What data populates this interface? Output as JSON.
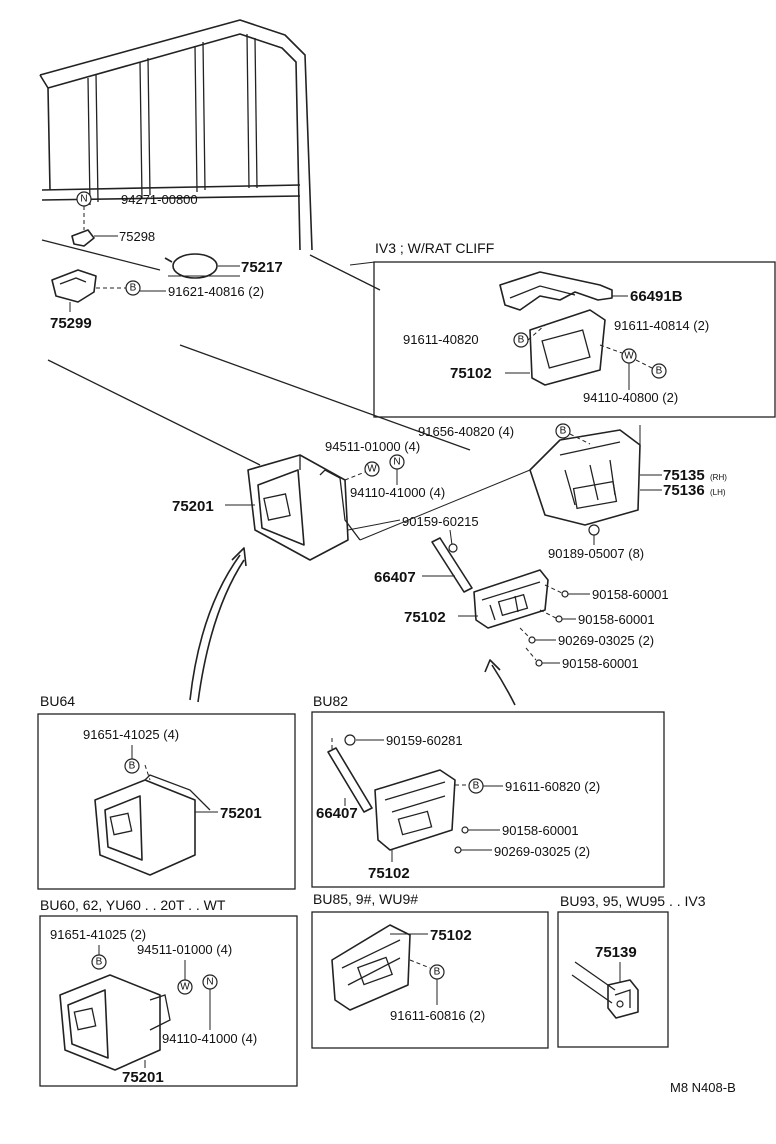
{
  "labels": {
    "p94271_00800": "94271-00800",
    "p75298": "75298",
    "p75217": "75217",
    "p91621_40816": "91621-40816 (2)",
    "p75299": "75299",
    "p94511_01000_a": "94511-01000 (4)",
    "p94110_41000_a": "94110-41000 (4)",
    "p75201_main": "75201",
    "p91656_40820": "91656-40820 (4)",
    "p75135": "75135",
    "p75135_suffix": "(RH)",
    "p75136": "75136",
    "p75136_suffix": "(LH)",
    "p90159_60215": "90159-60215",
    "p90189_05007": "90189-05007 (8)",
    "p66407_main": "66407",
    "p90158_60001_a": "90158-60001",
    "p75102_main": "75102",
    "p90158_60001_b": "90158-60001",
    "p90269_03025_a": "90269-03025 (2)",
    "p90158_60001_c": "90158-60001",
    "footer_code": "M8 N408-B"
  },
  "symbols": {
    "N": "N",
    "B": "B",
    "W": "W"
  },
  "iv3": {
    "header": "IV3 ; W/RAT CLIFF",
    "p66491B": "66491B",
    "p91611_40820": "91611-40820",
    "p91611_40814": "91611-40814 (2)",
    "p75102": "75102",
    "p94110_40800": "94110-40800 (2)"
  },
  "bu64": {
    "header": "BU64",
    "p91651_41025": "91651-41025 (4)",
    "p75201": "75201"
  },
  "bu82": {
    "header": "BU82",
    "p90159_60281": "90159-60281",
    "p91611_60820": "91611-60820 (2)",
    "p66407": "66407",
    "p90158_60001": "90158-60001",
    "p90269_03025": "90269-03025 (2)",
    "p75102": "75102"
  },
  "bu60": {
    "header": "BU60, 62, YU60 . . 20T . . WT",
    "p91651_41025": "91651-41025 (2)",
    "p94511_01000": "94511-01000 (4)",
    "p94110_41000": "94110-41000 (4)",
    "p75201": "75201"
  },
  "bu85": {
    "header": "BU85, 9#, WU9#",
    "p75102": "75102",
    "p91611_60816": "91611-60816 (2)"
  },
  "bu93": {
    "header": "BU93, 95, WU95 . . IV3",
    "p75139": "75139"
  }
}
